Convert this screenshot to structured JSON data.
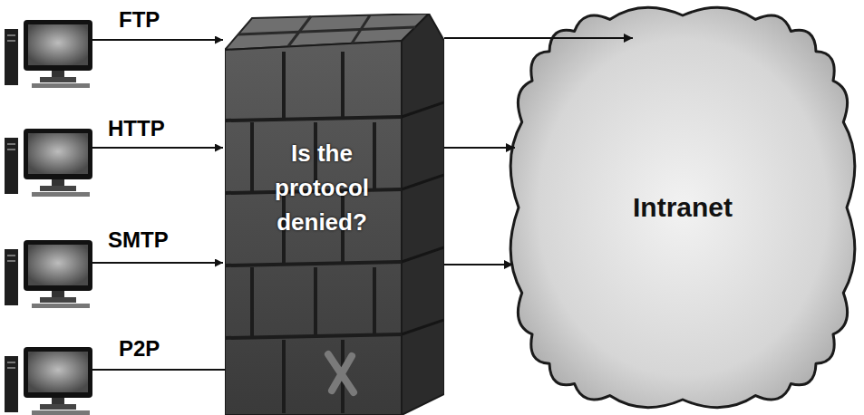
{
  "diagram": {
    "nodes": [
      {
        "text": [
          "Is the protocol denied?"
        ]
      },
      {
        "text": [
          "Intranet"
        ]
      }
    ],
    "edges": [
      {
        "from": 0,
        "to": 1,
        "arrow": "to"
      },
      {
        "from": 0,
        "to": 1,
        "arrow": "to"
      },
      {
        "from": 0,
        "to": 1,
        "arrow": "to"
      }
    ],
    "labels": [
      "FTP",
      "HTTP",
      "SMTP",
      "P2P"
    ]
  }
}
